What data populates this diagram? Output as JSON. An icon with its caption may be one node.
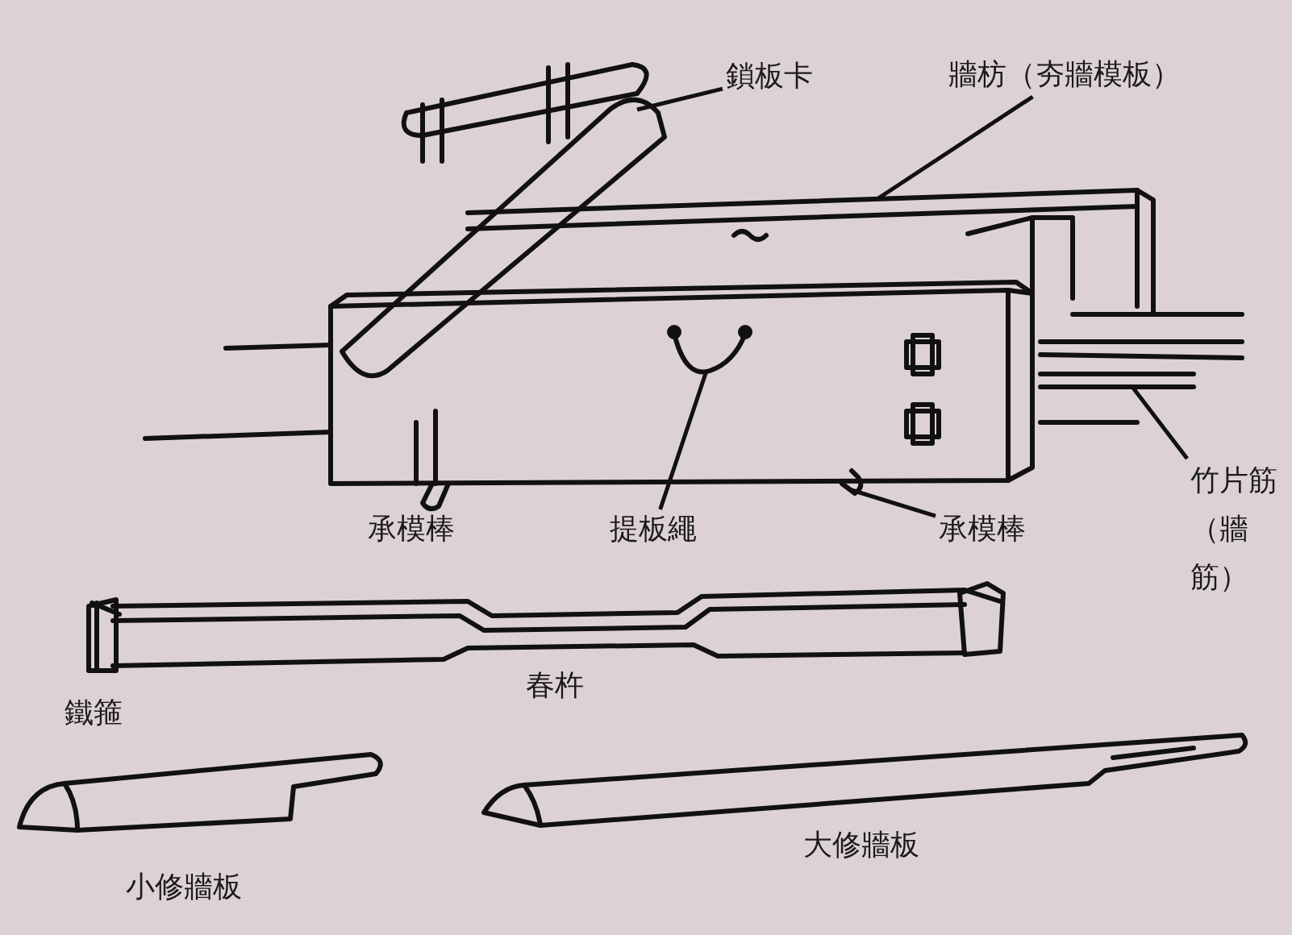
{
  "diagram": {
    "nodes": [
      {
        "text": [
          "鎖板卡"
        ]
      },
      {
        "text": [
          "牆枋（夯牆模板）"
        ]
      },
      {
        "text": [
          "竹片筋（牆筋）"
        ]
      },
      {
        "text": [
          "提板繩"
        ]
      },
      {
        "text": [
          "承模棒"
        ]
      }
    ],
    "edges": [
      {
        "from": 0,
        "to": null,
        "arrow": "none"
      },
      {
        "from": 1,
        "to": null,
        "arrow": "none"
      },
      {
        "from": 2,
        "to": null,
        "arrow": "none"
      },
      {
        "from": 3,
        "to": null,
        "arrow": "none"
      },
      {
        "from": 4,
        "to": null,
        "arrow": "none"
      }
    ],
    "labels": [
      "承模棒",
      "春杵",
      "鐵箍",
      "小修牆板",
      "大修牆板"
    ]
  }
}
